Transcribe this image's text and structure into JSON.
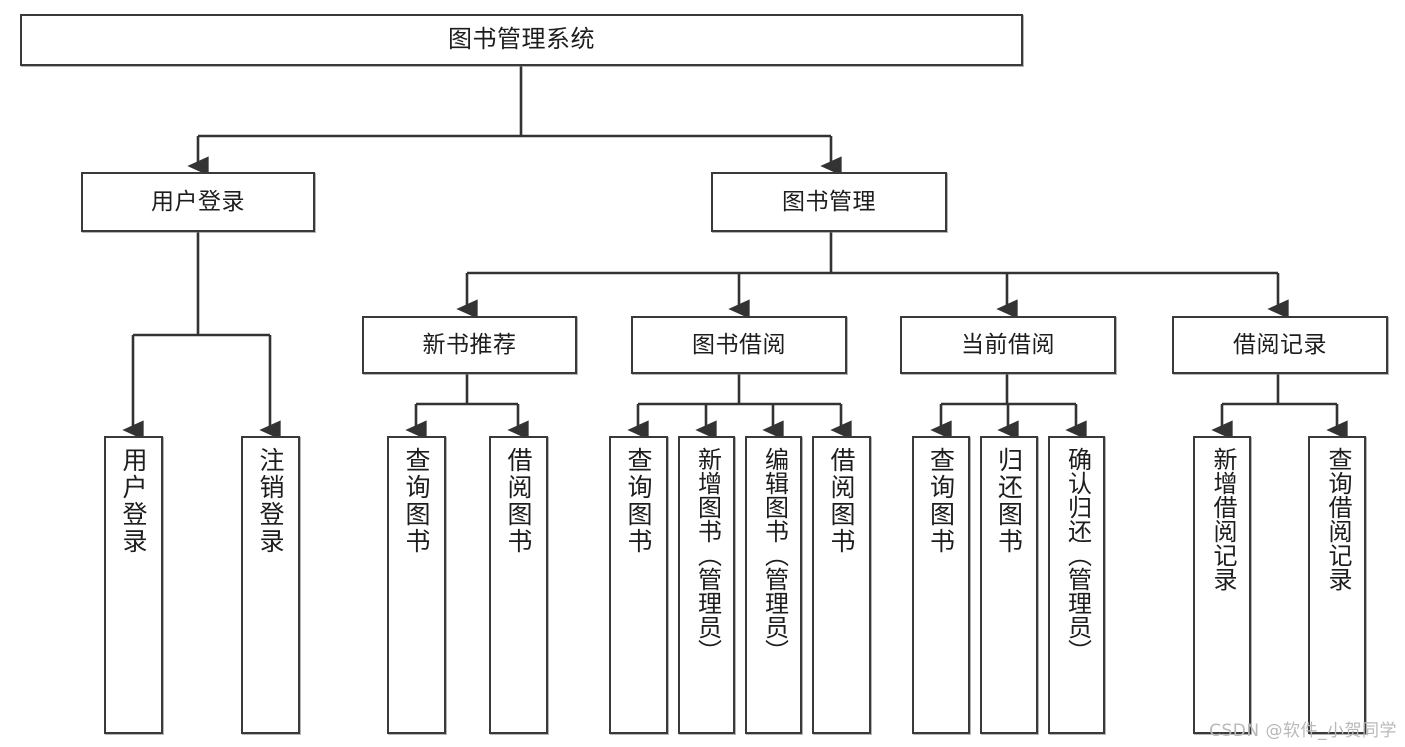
{
  "diagram": {
    "type": "tree-hierarchy",
    "title": "图书管理系统",
    "orientation": "top-down",
    "colors": {
      "node_border": "#3a3a3a",
      "node_fill": "#ffffff",
      "edge": "#333333",
      "text": "#1d1d1d",
      "watermark": "#b9b9b9",
      "background": "#ffffff"
    },
    "levels": {
      "root": {
        "label": "图书管理系统"
      },
      "level2": [
        {
          "id": "user-login",
          "label": "用户登录"
        },
        {
          "id": "book-management",
          "label": "图书管理"
        }
      ],
      "level3": [
        {
          "id": "new-book-recommend",
          "label": "新书推荐",
          "parent": "book-management"
        },
        {
          "id": "book-borrow",
          "label": "图书借阅",
          "parent": "book-management"
        },
        {
          "id": "current-borrow",
          "label": "当前借阅",
          "parent": "book-management"
        },
        {
          "id": "borrow-record",
          "label": "借阅记录",
          "parent": "book-management"
        }
      ],
      "leaves": {
        "user-login": [
          {
            "id": "leaf-user-login",
            "label": "用户登录"
          },
          {
            "id": "leaf-logout-login",
            "label": "注销登录"
          }
        ],
        "new-book-recommend": [
          {
            "id": "leaf-query-book-1",
            "label": "查询图书"
          },
          {
            "id": "leaf-borrow-book-1",
            "label": "借阅图书"
          }
        ],
        "book-borrow": [
          {
            "id": "leaf-query-book-2",
            "label": "查询图书"
          },
          {
            "id": "leaf-add-book",
            "label": "新增图书（管理员）"
          },
          {
            "id": "leaf-edit-book",
            "label": "编辑图书（管理员）"
          },
          {
            "id": "leaf-borrow-book-2",
            "label": "借阅图书"
          }
        ],
        "current-borrow": [
          {
            "id": "leaf-query-book-3",
            "label": "查询图书"
          },
          {
            "id": "leaf-return-book",
            "label": "归还图书"
          },
          {
            "id": "leaf-confirm-return",
            "label": "确认归还（管理员）"
          }
        ],
        "borrow-record": [
          {
            "id": "leaf-add-record",
            "label": "新增借阅记录"
          },
          {
            "id": "leaf-query-record",
            "label": "查询借阅记录"
          }
        ]
      }
    }
  },
  "watermark": {
    "text": "CSDN @软件_小贺同学"
  }
}
